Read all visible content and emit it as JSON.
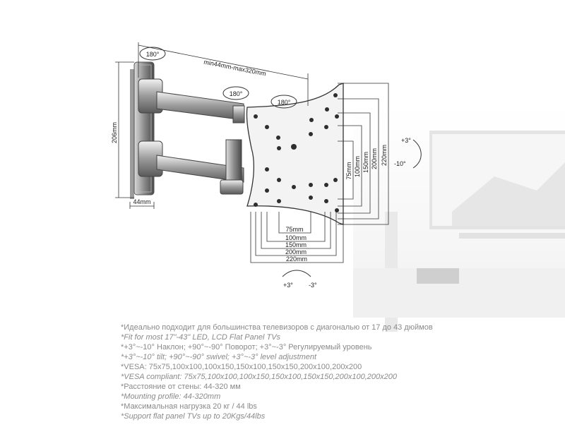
{
  "drawing": {
    "rotation_wall": "180°",
    "rotation_arm": "180°",
    "rotation_plate": "180°",
    "arm_length": "min44mm-max320mm",
    "height": "206mm",
    "depth": "44mm",
    "tilt_up": "+3°",
    "tilt_down": "-10°",
    "level_plus": "+3°",
    "level_minus": "-3°",
    "vesa_horizontal": [
      "75mm",
      "100mm",
      "150mm",
      "200mm",
      "220mm"
    ],
    "vesa_vertical": [
      "75mm",
      "100mm",
      "150mm",
      "200mm",
      "220mm"
    ]
  },
  "specs": [
    {
      "text": "*Идеально подходит для большинства телевизоров с диагональю от 17 до 43 дюймов",
      "italic": false
    },
    {
      "text": "*Fit for most 17\"-43\" LED, LCD Flat Panel TVs",
      "italic": true
    },
    {
      "text": "*+3°~-10° Наклон; +90°~-90° Поворот; +3°~-3° Регулируемый уровень",
      "italic": false
    },
    {
      "text": "*+3°~-10° tilt; +90°~-90° swivel; +3°~-3° level adjustment",
      "italic": true
    },
    {
      "text": "*VESA: 75x75,100x100,100x150,150x100,150x150,200x100,200x200",
      "italic": false
    },
    {
      "text": "*VESA compliant: 75x75,100x100,100x150,150x100,150x150,200x100,200x200",
      "italic": true
    },
    {
      "text": "*Расстояние от стены: 44-320 мм",
      "italic": false
    },
    {
      "text": "*Mounting profile: 44-320mm",
      "italic": true
    },
    {
      "text": "*Максимальная нагрузка 20 кг / 44 lbs",
      "italic": false
    },
    {
      "text": "*Support flat panel TVs up to 20Kgs/44lbs",
      "italic": true
    }
  ]
}
